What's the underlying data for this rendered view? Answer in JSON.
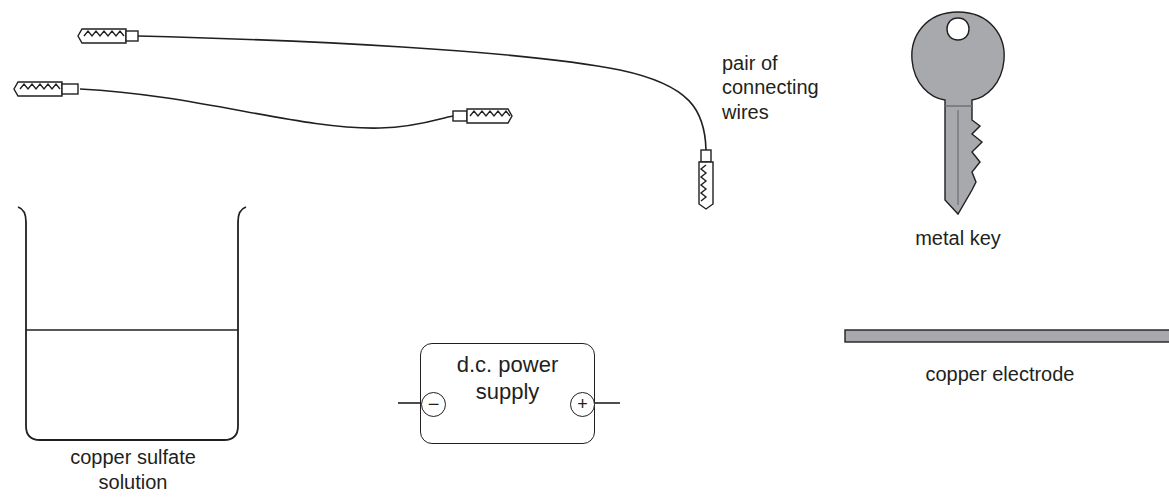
{
  "diagram": {
    "nodes": [
      {
        "text": [
          "d.c. power supply"
        ]
      },
      {
        "text": [
          "−"
        ],
        "in": 0
      },
      {
        "text": [
          "+"
        ],
        "in": 0
      }
    ],
    "labels": [
      "pair of connecting wires",
      "metal key",
      "copper sulfate solution",
      "copper electrode"
    ]
  }
}
